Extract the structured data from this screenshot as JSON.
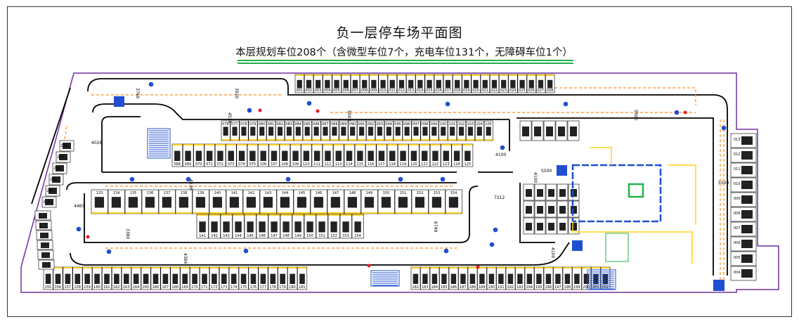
{
  "title": "负一层停车场平面图",
  "subtitle": "本层规划车位208个（含微型车位7个，充电车位131个，无障碍车位1个）",
  "colors": {
    "wall": "#000000",
    "road_dash": "#ff8c1a",
    "slot_yellow": "#ffd21f",
    "core_blue": "#1f4fd1",
    "green": "#22b14c",
    "red": "#e81c1c",
    "purple": "#7030a0",
    "car": "#222222"
  },
  "dimensions": [
    "3760",
    "3920",
    "4536",
    "5000",
    "4028",
    "4465",
    "3380",
    "4384",
    "4536",
    "6749",
    "7212",
    "5500",
    "5500",
    "5500",
    "4100",
    "4100",
    "4100"
  ],
  "top_row_slots": [
    "001",
    "002",
    "003",
    "004",
    "005",
    "006",
    "007",
    "008",
    "009",
    "010",
    "011",
    "012",
    "013",
    "014",
    "015",
    "016",
    "017",
    "018",
    "019",
    "020",
    "021",
    "022",
    "023",
    "024",
    "025",
    "026",
    "027",
    "028"
  ],
  "row_a_top": [
    "076",
    "077",
    "078",
    "079",
    "080",
    "081",
    "082",
    "083",
    "084",
    "085",
    "086",
    "087",
    "088",
    "089",
    "090",
    "091",
    "092",
    "093",
    "094",
    "095",
    "096",
    "097",
    "098",
    "099",
    "100",
    "101",
    "102",
    "103",
    "104",
    "105"
  ],
  "row_a_bottom": [
    "068",
    "069",
    "070",
    "071",
    "072",
    "073",
    "074",
    "075",
    "106",
    "107",
    "108",
    "109",
    "110",
    "111",
    "112",
    "113",
    "114",
    "115",
    "116",
    "117",
    "118",
    "119",
    "120",
    "121",
    "122",
    "123",
    "124",
    "125"
  ],
  "row_b_top": [
    "133",
    "134",
    "135",
    "136",
    "137",
    "138",
    "139",
    "140",
    "141",
    "142",
    "143",
    "144",
    "145",
    "146",
    "147",
    "148",
    "149",
    "150",
    "151",
    "152",
    "153",
    "154"
  ],
  "row_b_bottom": [
    "141",
    "142",
    "143",
    "144",
    "145",
    "146",
    "147",
    "148",
    "149",
    "150",
    "151",
    "152",
    "153",
    "154"
  ],
  "bottom_row_slots": [
    "155",
    "156",
    "157",
    "158",
    "159",
    "160",
    "161",
    "162",
    "163",
    "164",
    "165",
    "166",
    "167",
    "168",
    "169",
    "170",
    "171",
    "172",
    "173",
    "174",
    "175",
    "176",
    "177",
    "178",
    "179",
    "180",
    "181",
    "182",
    "183",
    "184",
    "185",
    "186",
    "187",
    "188",
    "189",
    "190",
    "191",
    "192",
    "193",
    "194",
    "195",
    "196",
    "197",
    "198",
    "199",
    "200",
    "201",
    "202"
  ],
  "right_column_slots": [
    "013",
    "012",
    "011",
    "010",
    "009",
    "008",
    "007",
    "006",
    "005",
    "004"
  ],
  "left_column_slots": [
    "203",
    "204",
    "205",
    "206",
    "207",
    "208"
  ]
}
